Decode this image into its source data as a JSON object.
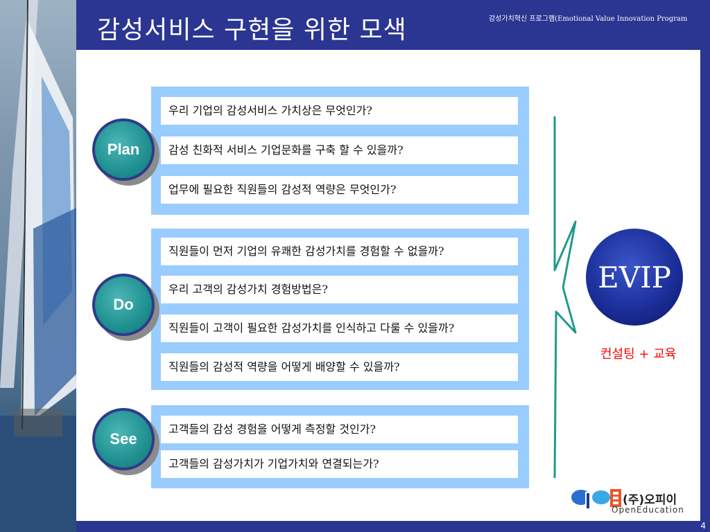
{
  "header": {
    "title": "감성서비스 구현을 위한 모색",
    "subtitle": "감성가치혁신 프로그램(Emotional Value Innovation Program"
  },
  "phases": [
    {
      "label": "Plan",
      "questions": [
        "우리 기업의 감성서비스 가치상은 무엇인가?",
        "감성 친화적 서비스 기업문화를 구축 할 수 있을까?",
        "업무에 필요한 직원들의 감성적 역량은 무엇인가?"
      ]
    },
    {
      "label": "Do",
      "questions": [
        "직원들이 먼저 기업의 유쾌한 감성가치를 경험할 수 없을까?",
        "우리 고객의 감성가치 경험방법은?",
        "직원들이 고객이 필요한 감성가치를 인식하고 다룰 수 있을까?",
        "직원들의 감성적 역량을 어떻게 배양할 수 있을까?"
      ]
    },
    {
      "label": "See",
      "questions": [
        "고객들의 감성 경험을 어떻게 측정할 것인가?",
        "고객들의 감성가치가 기업가치와 연결되는가?"
      ]
    }
  ],
  "evip": {
    "label": "EVIP",
    "caption": "컨설팅 +  교육"
  },
  "logo": {
    "name": "(주)오피이",
    "sub": "OpenEducation"
  },
  "page_number": "4",
  "colors": {
    "header_bg": "#2b3592",
    "panel_bg": "#99ccff",
    "circle_teal": "#1f9090",
    "evip_blue": "#1c2f9a",
    "caption_red": "#ff0000"
  }
}
